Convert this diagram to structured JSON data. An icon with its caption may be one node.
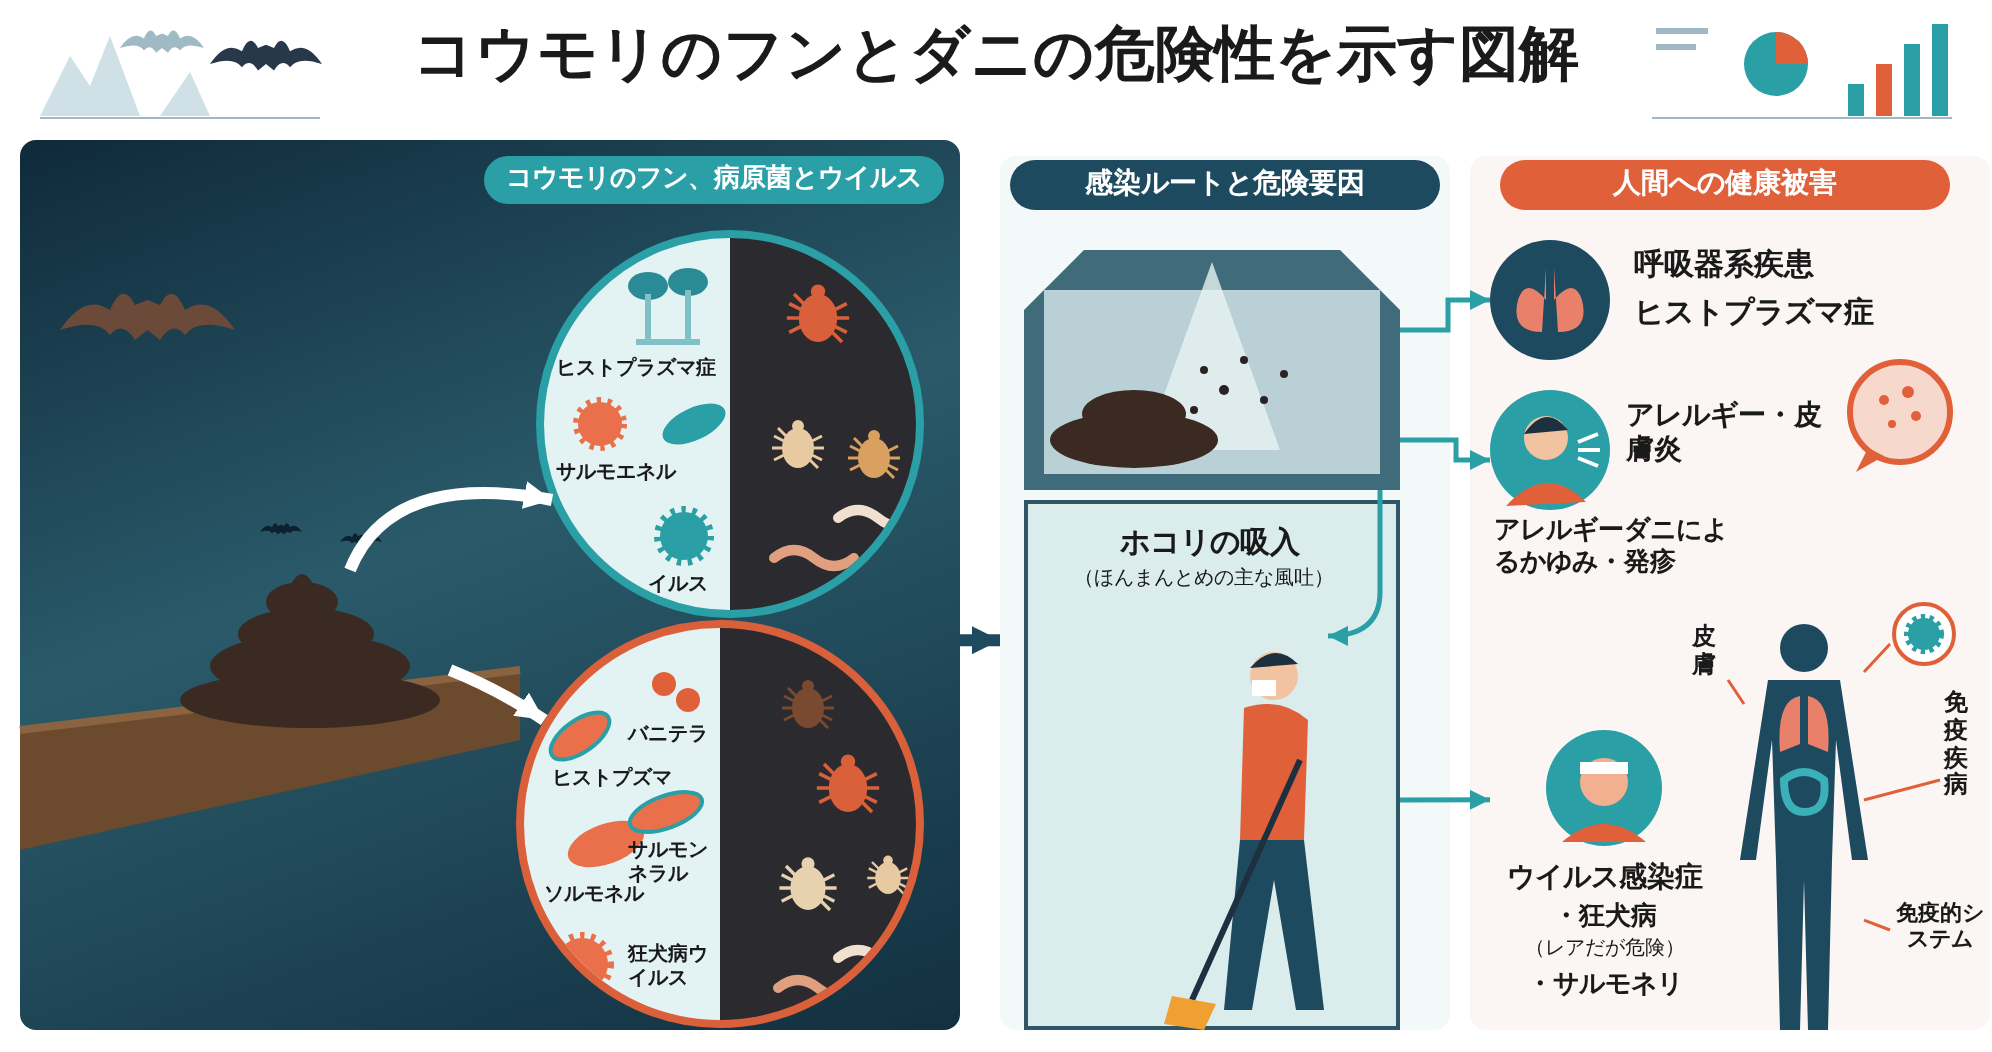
{
  "diagram": {
    "title": "コウモリのフンとダニの危険性を示す図解",
    "nodes": [
      {
        "text": [
          "コウモリのフン、病原菌とウイルス"
        ]
      },
      {
        "text": [],
        "shape": "picture",
        "in": 0
      },
      {
        "text": [
          "ヒストプラズマ症",
          "サルモエネル",
          "イルス"
        ],
        "in": 0
      },
      {
        "text": [
          "バニテラ",
          "ヒストプズマ",
          "ソルモネル",
          "サルモンネラル",
          "狂犬病ウイルス"
        ],
        "in": 0
      },
      {
        "text": [
          "感染ルートと危険要因"
        ]
      },
      {
        "text": [],
        "shape": "picture",
        "in": 4
      },
      {
        "text": [
          "ホコリの吸入",
          "（ほんまんとめの主な風吐）"
        ],
        "in": 4
      },
      {
        "text": [],
        "shape": "picture",
        "in": 6
      },
      {
        "text": [
          "人間への健康被害"
        ]
      },
      {
        "text": [
          "呼吸器系疾患",
          "ヒストプラズマ症"
        ],
        "in": 8
      },
      {
        "text": [
          "アレルギー・皮膚炎",
          "アレルギーダニによるかゆみ・発疹"
        ],
        "in": 8
      },
      {
        "text": [],
        "shape": "picture",
        "in": 8
      },
      {
        "text": [
          "ウイルス感染症",
          "・狂犬病",
          "（レアだが危険）",
          "・サルモネリ"
        ],
        "in": 8
      },
      {
        "text": [],
        "shape": "picture",
        "in": 8
      },
      {
        "text": [],
        "shape": "picture",
        "in": 8
      },
      {
        "text": [
          "皮膚"
        ],
        "in": 8
      },
      {
        "text": [
          "免疫疾病"
        ],
        "in": 8
      },
      {
        "text": [
          "免疫的システム"
        ],
        "in": 8
      }
    ],
    "edges": [
      {
        "from": 1,
        "to": 2,
        "arrow": "to",
        "style": "thick",
        "color": "#ffffff"
      },
      {
        "from": 1,
        "to": 3,
        "arrow": "to",
        "style": "thick",
        "color": "#ffffff"
      },
      {
        "from": 0,
        "to": 4,
        "arrow": "to",
        "style": "thick",
        "color": "#1d4a5e"
      },
      {
        "from": 5,
        "to": 9,
        "arrow": "to"
      },
      {
        "from": 5,
        "to": 7,
        "arrow": "to"
      },
      {
        "from": 5,
        "to": 10,
        "arrow": "to"
      },
      {
        "from": 6,
        "to": 12,
        "arrow": "to"
      },
      {
        "from": 14,
        "to": 13,
        "arrow": "none",
        "color": "#e0603a"
      },
      {
        "from": 15,
        "to": 13,
        "arrow": "none",
        "color": "#e0603a"
      },
      {
        "from": 16,
        "to": 13,
        "arrow": "none",
        "color": "#e0603a"
      },
      {
        "from": 17,
        "to": 13,
        "arrow": "none",
        "color": "#e0603a"
      }
    ]
  }
}
